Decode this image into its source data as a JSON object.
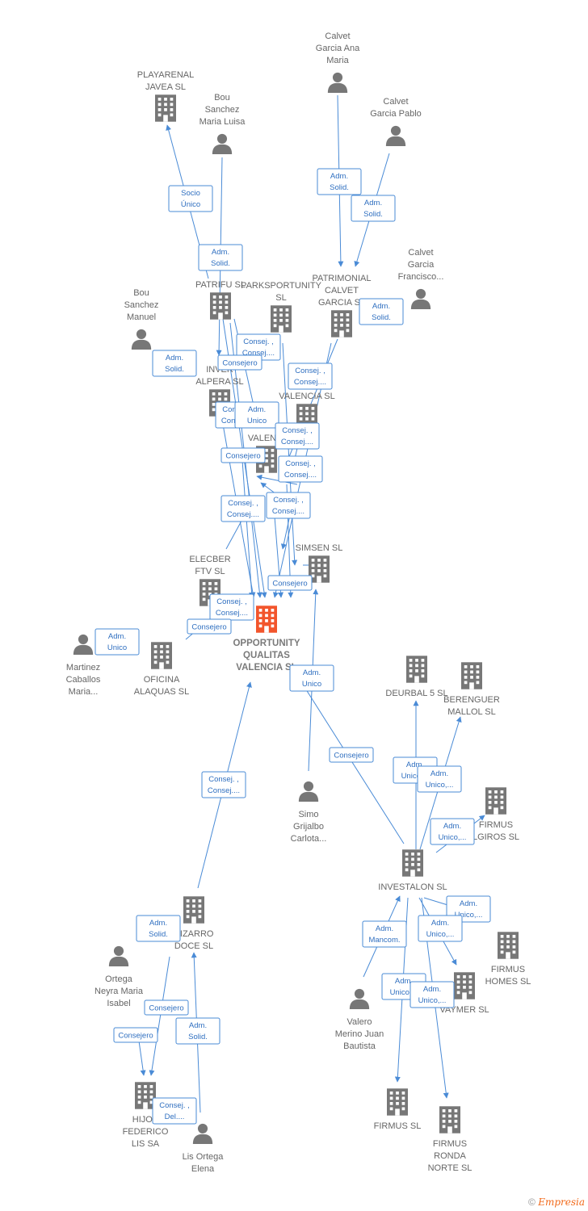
{
  "colors": {
    "edge": "#4a8bd6",
    "node": "#777777",
    "main_node": "#f2552c",
    "label": "#666666"
  },
  "footer": {
    "copyright": "©",
    "brand": "Empresia"
  },
  "nodes": [
    {
      "id": "playarenal",
      "type": "company",
      "lines": [
        "PLAYARENAL",
        "JAVEA SL"
      ]
    },
    {
      "id": "bou_ml",
      "type": "person",
      "lines": [
        "Bou",
        "Sanchez",
        "Maria Luisa"
      ]
    },
    {
      "id": "calvet_am",
      "type": "person",
      "lines": [
        "Calvet",
        "Garcia Ana",
        "Maria"
      ]
    },
    {
      "id": "calvet_p",
      "type": "person",
      "lines": [
        "Calvet",
        "Garcia Pablo"
      ]
    },
    {
      "id": "calvet_f",
      "type": "person",
      "lines": [
        "Calvet",
        "Garcia",
        "Francisco..."
      ]
    },
    {
      "id": "bou_m",
      "type": "person",
      "lines": [
        "Bou",
        "Sanchez",
        "Manuel"
      ]
    },
    {
      "id": "patrifu",
      "type": "company",
      "lines": [
        "PATRIFU SL"
      ]
    },
    {
      "id": "parksport",
      "type": "company",
      "lines": [
        "PARKSPORTUNITY",
        "SL"
      ]
    },
    {
      "id": "patrimonial",
      "type": "company",
      "lines": [
        "PATRIMONIAL",
        "CALVET",
        "GARCIA SL"
      ]
    },
    {
      "id": "inver",
      "type": "company",
      "lines": [
        "INVER",
        "ALPERA SL"
      ]
    },
    {
      "id": "valencia_sl",
      "type": "company",
      "lines": [
        "VALENCIA SL"
      ]
    },
    {
      "id": "valenci",
      "type": "company",
      "lines": [
        "VALENCI"
      ]
    },
    {
      "id": "simsen",
      "type": "company",
      "lines": [
        "SIMSEN SL"
      ]
    },
    {
      "id": "elecber",
      "type": "company",
      "lines": [
        "ELECBER",
        "FTV SL"
      ]
    },
    {
      "id": "opportunity",
      "type": "main",
      "lines": [
        "OPPORTUNITY",
        "QUALITAS",
        "VALENCIA SL"
      ]
    },
    {
      "id": "martinez",
      "type": "person",
      "lines": [
        "Martinez",
        "Caballos",
        "Maria..."
      ]
    },
    {
      "id": "oficina",
      "type": "company",
      "lines": [
        "OFICINA",
        "ALAQUAS SL"
      ]
    },
    {
      "id": "deurbal",
      "type": "company",
      "lines": [
        "DEURBAL 5 SL"
      ]
    },
    {
      "id": "berenguer",
      "type": "company",
      "lines": [
        "BERENGUER",
        "MALLOL SL"
      ]
    },
    {
      "id": "firmus_alg",
      "type": "company",
      "lines": [
        "FIRMUS",
        "LGIROS SL"
      ]
    },
    {
      "id": "simo",
      "type": "person",
      "lines": [
        "Simo",
        "Grijalbo",
        "Carlota..."
      ]
    },
    {
      "id": "investalon",
      "type": "company",
      "lines": [
        "INVESTALON SL"
      ]
    },
    {
      "id": "pizarro",
      "type": "company",
      "lines": [
        "PIZARRO",
        "DOCE SL"
      ]
    },
    {
      "id": "ortega",
      "type": "person",
      "lines": [
        "Ortega",
        "Neyra Maria",
        "Isabel"
      ]
    },
    {
      "id": "firmus_homes",
      "type": "company",
      "lines": [
        "FIRMUS",
        "HOMES SL"
      ]
    },
    {
      "id": "vaymer",
      "type": "company",
      "lines": [
        "VAYMER SL"
      ]
    },
    {
      "id": "valero",
      "type": "person",
      "lines": [
        "Valero",
        "Merino Juan",
        "Bautista"
      ]
    },
    {
      "id": "hijos",
      "type": "company",
      "lines": [
        "HIJOS",
        "FEDERICO",
        "LIS SA"
      ]
    },
    {
      "id": "lis",
      "type": "person",
      "lines": [
        "Lis Ortega",
        "Elena"
      ]
    },
    {
      "id": "firmus",
      "type": "company",
      "lines": [
        "FIRMUS SL"
      ]
    },
    {
      "id": "firmus_ronda",
      "type": "company",
      "lines": [
        "FIRMUS",
        "RONDA",
        "NORTE SL"
      ]
    }
  ],
  "edge_labels": [
    {
      "lines": [
        "Socio",
        "Único"
      ]
    },
    {
      "lines": [
        "Adm.",
        "Solid."
      ]
    },
    {
      "lines": [
        "Adm.",
        "Solid."
      ]
    },
    {
      "lines": [
        "Adm.",
        "Solid."
      ]
    },
    {
      "lines": [
        "Adm.",
        "Solid."
      ]
    },
    {
      "lines": [
        "Adm.",
        "Solid."
      ]
    },
    {
      "lines": [
        "Consej. ,",
        "Consej...."
      ]
    },
    {
      "lines": [
        "Consejero"
      ]
    },
    {
      "lines": [
        "Consej. ,",
        "Consej...."
      ]
    },
    {
      "lines": [
        "Consej. ,",
        "Consej...."
      ]
    },
    {
      "lines": [
        "Adm.",
        "Unico"
      ]
    },
    {
      "lines": [
        "Consej. ,",
        "Consej...."
      ]
    },
    {
      "lines": [
        "Consejero"
      ]
    },
    {
      "lines": [
        "Consej. ,",
        "Consej...."
      ]
    },
    {
      "lines": [
        "Consej. ,",
        "Consej...."
      ]
    },
    {
      "lines": [
        "Consej. ,",
        "Consej...."
      ]
    },
    {
      "lines": [
        "Consejero"
      ]
    },
    {
      "lines": [
        "Consej. ,",
        "Consej...."
      ]
    },
    {
      "lines": [
        "Consejero"
      ]
    },
    {
      "lines": [
        "Adm.",
        "Unico"
      ]
    },
    {
      "lines": [
        "Adm.",
        "Unico"
      ]
    },
    {
      "lines": [
        "Consejero"
      ]
    },
    {
      "lines": [
        "Consej. ,",
        "Consej...."
      ]
    },
    {
      "lines": [
        "Adm.",
        "Unico,..."
      ]
    },
    {
      "lines": [
        "Adm.",
        "Unico,..."
      ]
    },
    {
      "lines": [
        "Adm.",
        "Unico,..."
      ]
    },
    {
      "lines": [
        "Adm.",
        "Unico,..."
      ]
    },
    {
      "lines": [
        "Adm.",
        "Unico,..."
      ]
    },
    {
      "lines": [
        "Adm.",
        "Mancom."
      ]
    },
    {
      "lines": [
        "Adm.",
        "Unico,..."
      ]
    },
    {
      "lines": [
        "Adm.",
        "Unico,..."
      ]
    },
    {
      "lines": [
        "Adm.",
        "Solid."
      ]
    },
    {
      "lines": [
        "Consejero"
      ]
    },
    {
      "lines": [
        "Consejero"
      ]
    },
    {
      "lines": [
        "Adm.",
        "Solid."
      ]
    },
    {
      "lines": [
        "Consej. ,",
        "Del...."
      ]
    }
  ]
}
